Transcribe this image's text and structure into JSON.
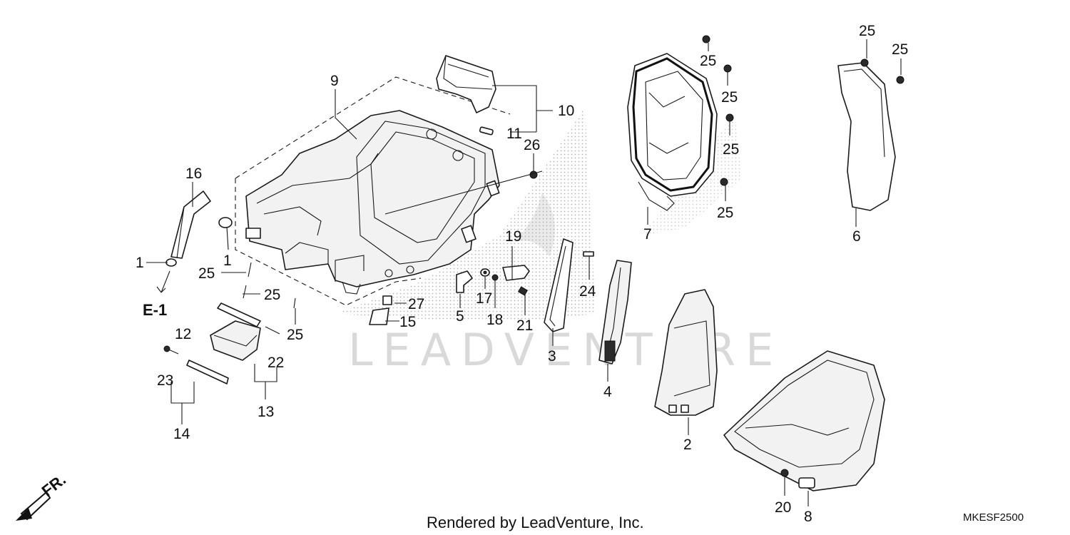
{
  "diagram": {
    "watermark": "LEADVENTURE",
    "footer_credit": "Rendered by LeadVenture, Inc.",
    "diagram_code": "MKESF2500",
    "direction_marker": "FR.",
    "reference_marker": "E-1",
    "callouts": {
      "c1a": "1",
      "c1b": "1",
      "c2": "2",
      "c3": "3",
      "c4": "4",
      "c5": "5",
      "c6": "6",
      "c7": "7",
      "c8": "8",
      "c9": "9",
      "c10": "10",
      "c11": "11",
      "c12": "12",
      "c13": "13",
      "c14": "14",
      "c15": "15",
      "c16": "16",
      "c17": "17",
      "c18": "18",
      "c19": "19",
      "c20": "20",
      "c21": "21",
      "c22": "22",
      "c23": "23",
      "c24": "24",
      "c25a": "25",
      "c25b": "25",
      "c25c": "25",
      "c25d": "25",
      "c25e": "25",
      "c25f": "25",
      "c25g": "25",
      "c25h": "25",
      "c25i": "25",
      "c26": "26",
      "c27": "27"
    }
  }
}
